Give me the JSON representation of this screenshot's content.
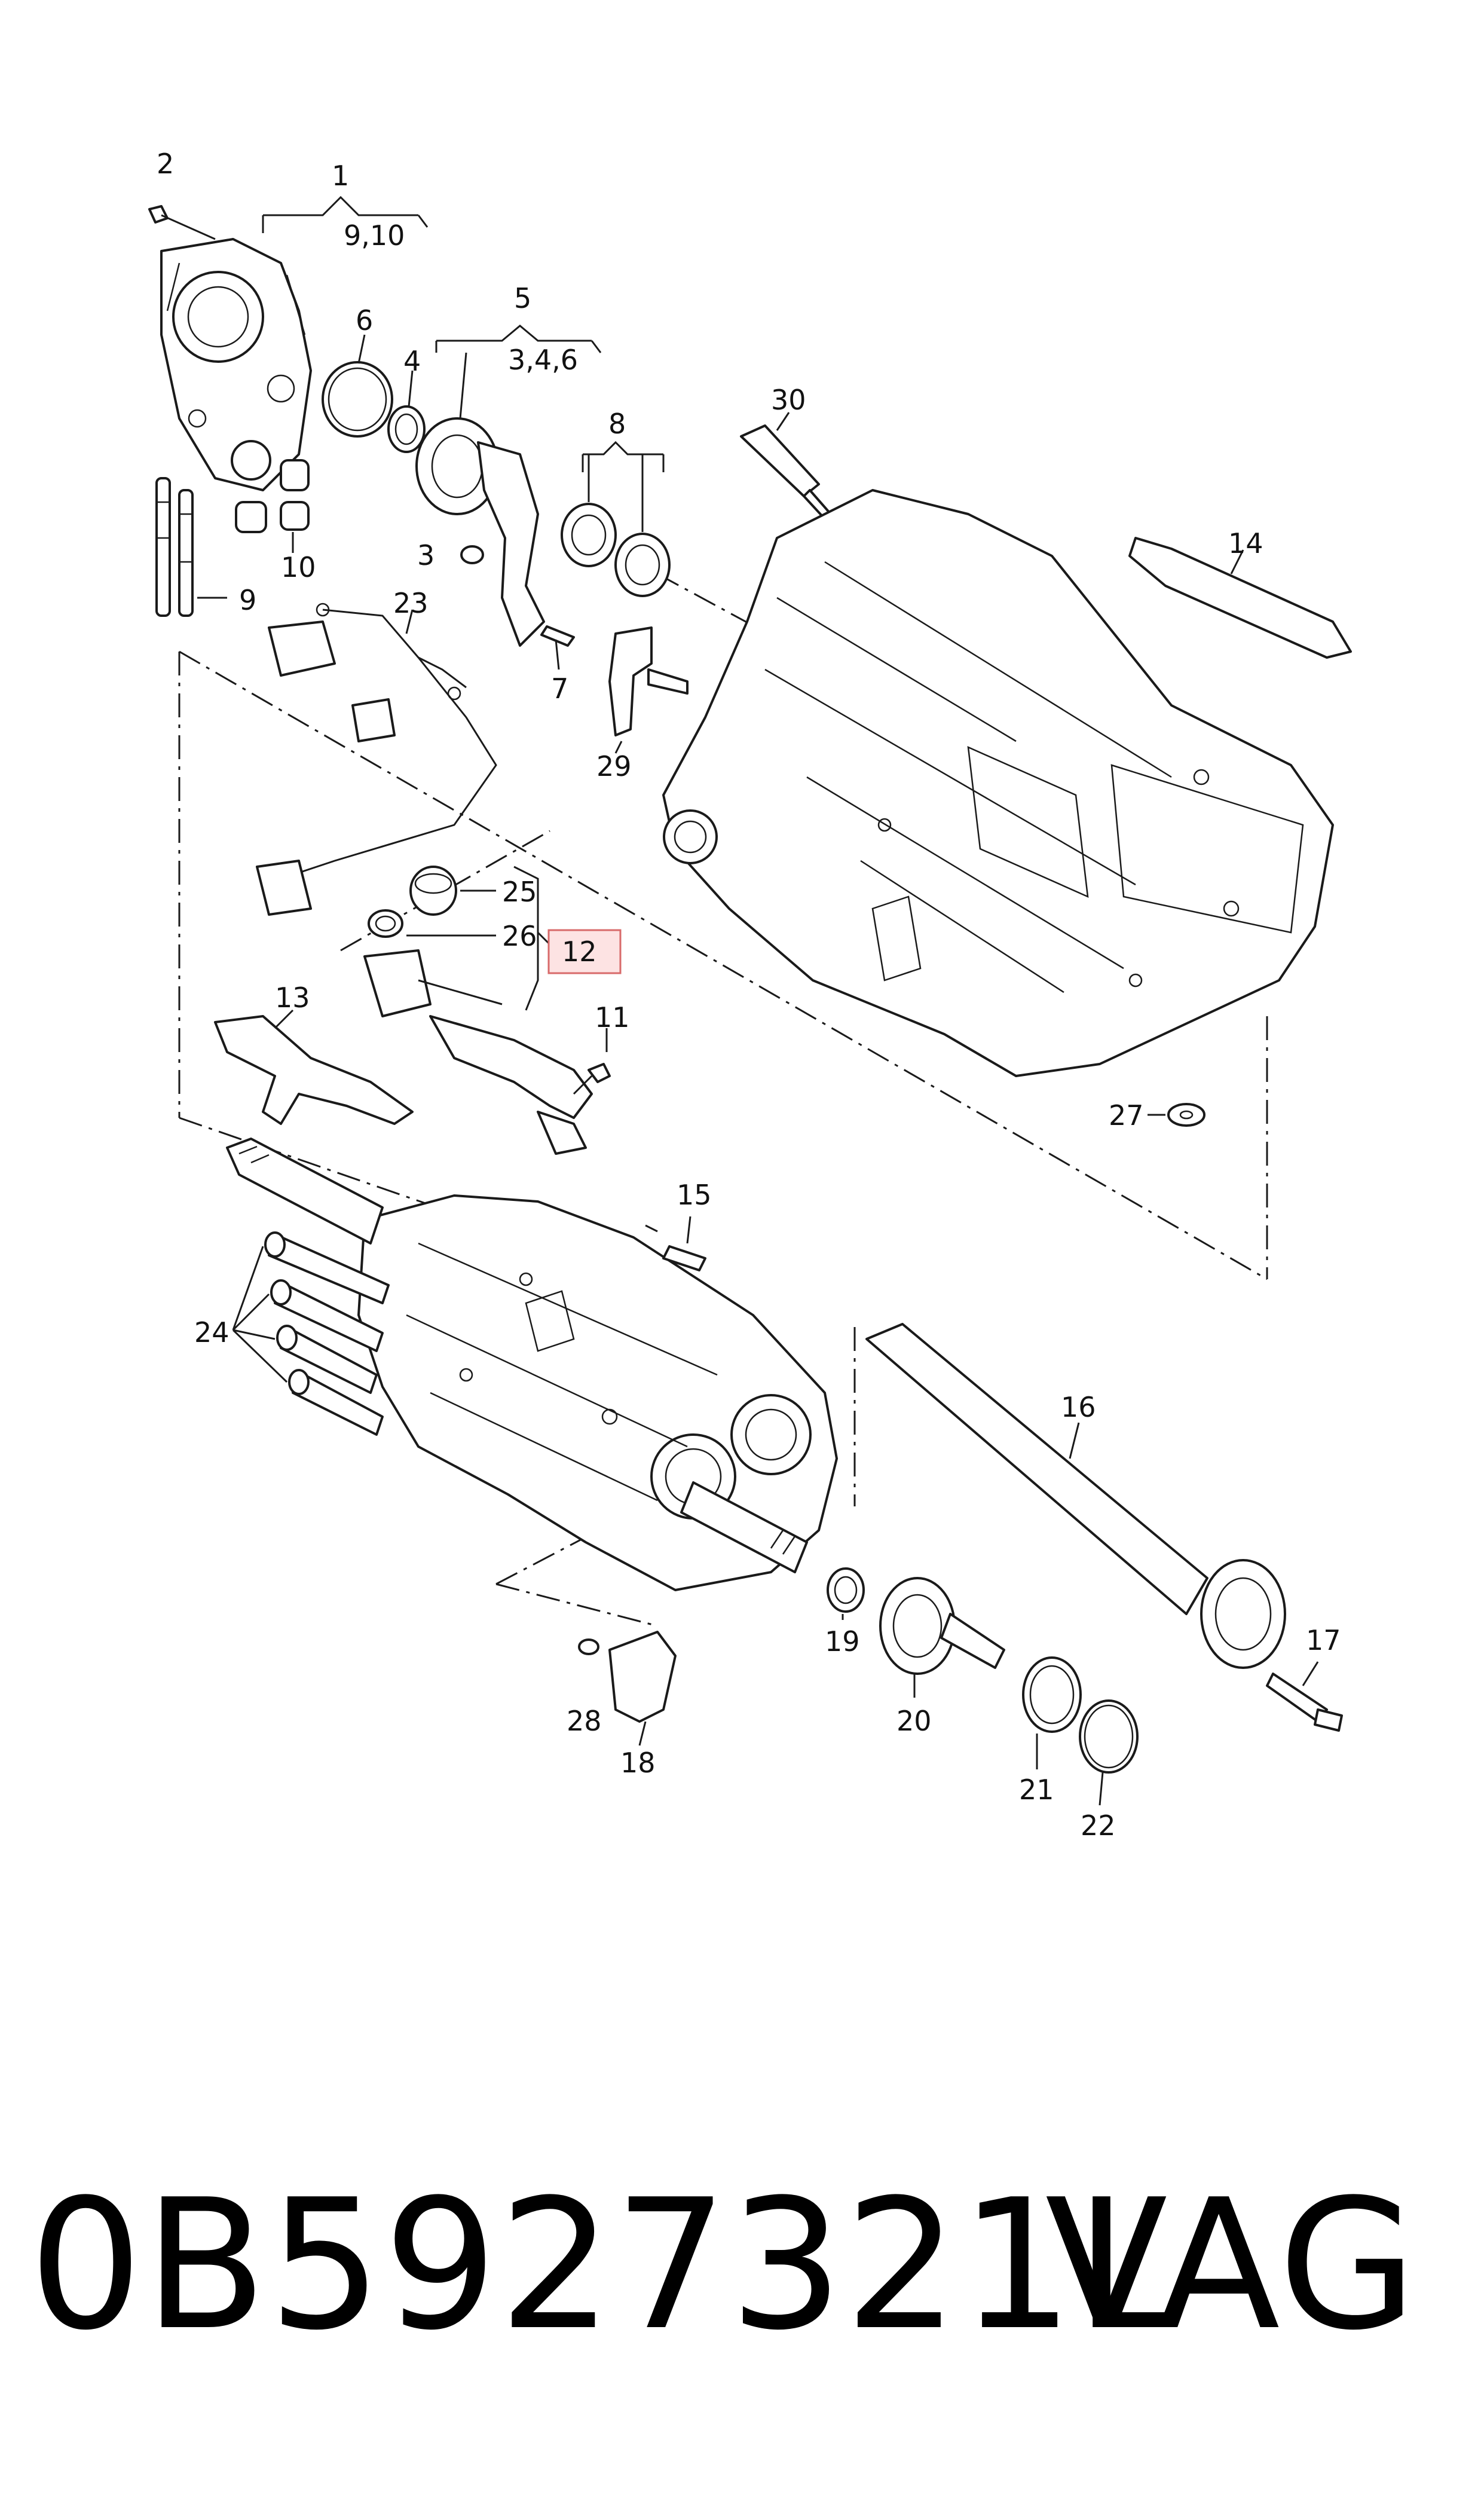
{
  "diagram": {
    "callouts": {
      "c1": "1",
      "c1_sub": "9,10",
      "c2": "2",
      "c3": "3",
      "c4": "4",
      "c5": "5",
      "c5_sub": "3,4,6",
      "c6": "6",
      "c7": "7",
      "c8": "8",
      "c9": "9",
      "c10": "10",
      "c11": "11",
      "c12": "12",
      "c13": "13",
      "c14": "14",
      "c15": "15",
      "c16": "16",
      "c17": "17",
      "c18": "18",
      "c19": "19",
      "c20": "20",
      "c21": "21",
      "c22": "22",
      "c23": "23",
      "c24": "24",
      "c25": "25",
      "c26": "26",
      "c27": "27",
      "c28": "28",
      "c29": "29",
      "c30": "30"
    },
    "highlighted_callout": "12",
    "highlight_color": "#fde3e3"
  },
  "footer": {
    "part_number": "0B5927321L",
    "brand": "VAG"
  }
}
